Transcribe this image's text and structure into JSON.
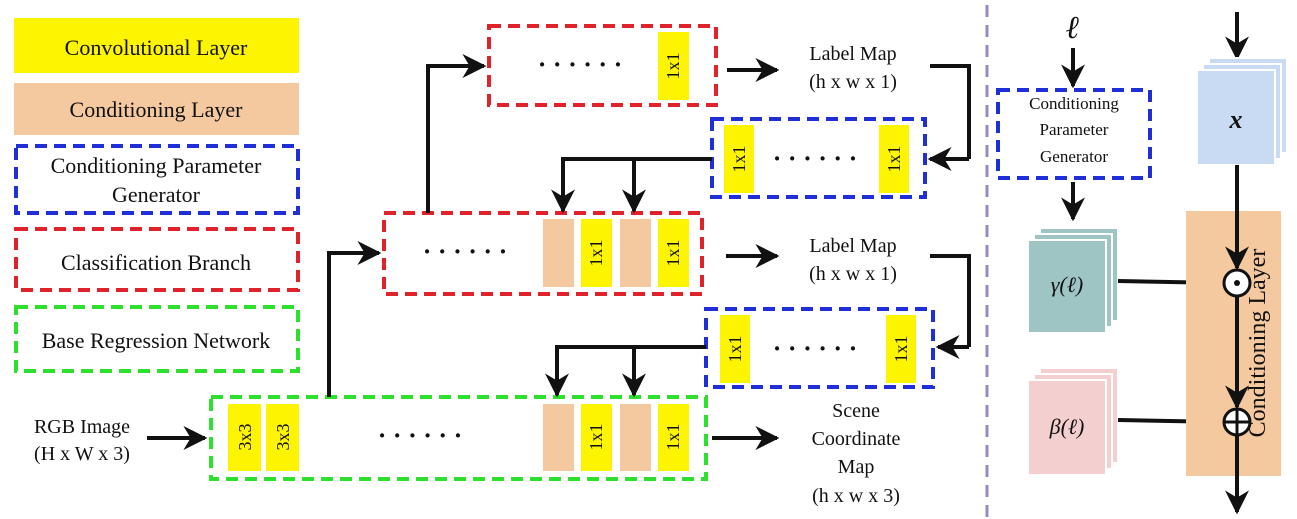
{
  "legend": {
    "conv": "Convolutional Layer",
    "cond": "Conditioning Layer",
    "cpg_line1": "Conditioning Parameter",
    "cpg_line2": "Generator",
    "cls": "Classification Branch",
    "base": "Base Regression Network"
  },
  "labels": {
    "k1": "1x1",
    "k3": "3x3",
    "dots": "· · · · · ·",
    "dots_long": "· · · · · · ·",
    "label_map": "Label  Map",
    "label_dims": "(h x w x 1)",
    "rgb_line1": "RGB Image",
    "rgb_line2": "(H x W x 3)",
    "scene_line1": "Scene",
    "scene_line2": "Coordinate",
    "scene_line3": "Map",
    "scene_dims": "(h x w x 3)"
  },
  "right_panel": {
    "l_symbol": "ℓ",
    "cpg_line1": "Conditioning",
    "cpg_line2": "Parameter",
    "cpg_line3": "Generator",
    "x_symbol": "x",
    "gamma": "γ(ℓ)",
    "beta": "β(ℓ)",
    "cond_layer": "Conditioning Layer",
    "odot": "⊙",
    "oplus": "⊕"
  },
  "colors": {
    "conv": "#fcf400",
    "cond": "#f5c9a0",
    "cpg_border": "#1f2ed6",
    "cls_border": "#e0222b",
    "base_border": "#2ee02e",
    "x_fill": "#c9dbf2",
    "gamma_fill": "#9fc4c4",
    "beta_fill": "#f3cfcf",
    "separator": "#9a8ac4"
  }
}
